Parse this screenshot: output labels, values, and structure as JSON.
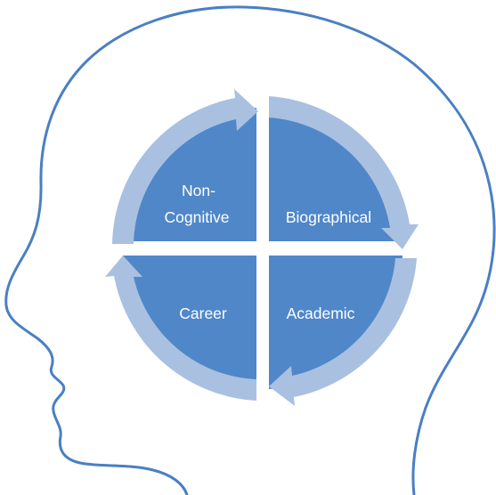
{
  "colors": {
    "outline": "#4a7fc3",
    "quadrant_fill": "#4f87c9",
    "arrow_fill": "#a9c0e0",
    "label_color": "#ffffff",
    "background": "#ffffff"
  },
  "quadrants": {
    "top_left": {
      "line1": "Non-",
      "line2": "Cognitive"
    },
    "top_right": {
      "label": "Biographical"
    },
    "bottom_left": {
      "label": "Career"
    },
    "bottom_right": {
      "label": "Academic"
    }
  },
  "cycle": {
    "direction": "clockwise"
  }
}
